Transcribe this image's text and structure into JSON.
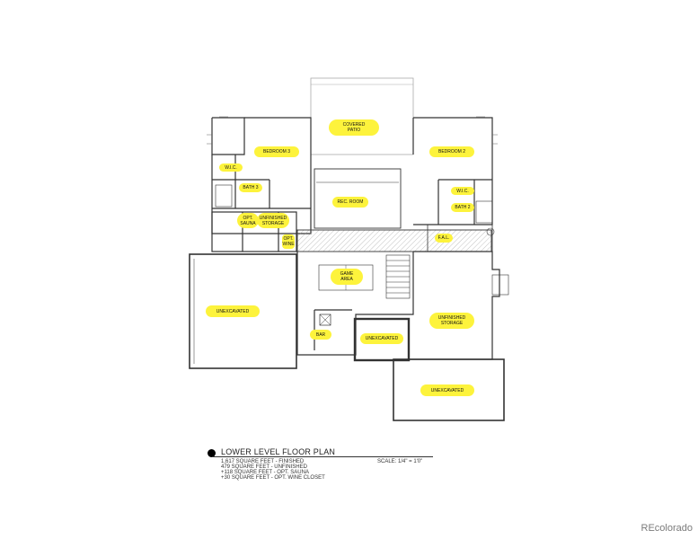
{
  "rooms": {
    "covered_patio": [
      "COVERED",
      "PATIO"
    ],
    "bedroom_3": [
      "BEDROOM 3"
    ],
    "bedroom_2": [
      "BEDROOM 2"
    ],
    "wic_left": [
      "W.I.C."
    ],
    "wic_right": [
      "W.I.C."
    ],
    "bath_3": [
      "BATH 3"
    ],
    "bath_2": [
      "BATH 2"
    ],
    "rec_room": [
      "REC. ROOM"
    ],
    "opt_sauna": [
      "OPT.",
      "SAUNA"
    ],
    "unfinished_storage_left": [
      "UNFINISHED",
      "STORAGE"
    ],
    "opt_wine": [
      "OPT.",
      "WINE"
    ],
    "fall": [
      "F.A.L."
    ],
    "game_area": [
      "GAME",
      "AREA"
    ],
    "unexcavated_left": [
      "UNEXCAVATED"
    ],
    "bar": [
      "BAR"
    ],
    "unexcavated_center": [
      "UNEXCAVATED"
    ],
    "unfinished_storage_right": [
      "UNFINISHED",
      "STORAGE"
    ],
    "unexcavated_bottom": [
      "UNEXCAVATED"
    ]
  },
  "legend": {
    "title": "LOWER LEVEL FLOOR PLAN",
    "scale": "SCALE: 1/4\" = 1'0\"",
    "lines": [
      "1,617 SQUARE FEET - FINISHED",
      "479 SQUARE FEET - UNFINISHED",
      "+118 SQUARE FEET - OPT. SAUNA",
      "+30 SQUARE FEET - OPT. WINE CLOSET"
    ]
  },
  "watermark": "REcolorado",
  "colors": {
    "highlight": "#fdf33c",
    "wall": "#333333"
  }
}
